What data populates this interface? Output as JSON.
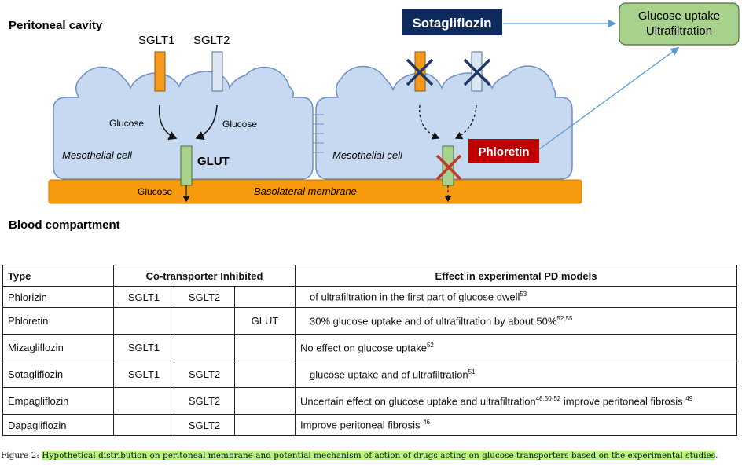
{
  "diagram": {
    "peritoneal_label": "Peritoneal cavity",
    "blood_label": "Blood compartment",
    "sglt1": "SGLT1",
    "sglt2": "SGLT2",
    "glucose": "Glucose",
    "glut": "GLUT",
    "mesothelial_cell": "Mesothelial cell",
    "basolateral": "Basolateral membrane",
    "sotagliflozin": "Sotagliflozin",
    "phloretin": "Phloretin",
    "outcome_line1": "Glucose uptake",
    "outcome_line2": "Ultrafiltration",
    "colors": {
      "cell_fill": "#c6d9f1",
      "cell_stroke": "#6f8fc4",
      "sglt1": "#f59a1e",
      "sglt2": "#dce6f2",
      "glut": "#a9d18e",
      "membrane": "#f79a0e",
      "sotagliflozin_bg": "#0f2a5c",
      "phloretin_bg": "#c00000",
      "outcome_bg": "#a9d18e",
      "arrow": "#5b9bd5",
      "cross_blue": "#1f3864",
      "cross_red": "#c0392b"
    }
  },
  "table": {
    "headers": {
      "type": "Type",
      "inhibited": "Co-transporter Inhibited",
      "effect": "Effect in experimental PD models"
    },
    "rows": [
      {
        "type": "Phlorizin",
        "t1": "SGLT1",
        "t2": "SGLT2",
        "t3": "",
        "effect": "of ultrafiltration in the first part of glucose dwell",
        "refs": "53"
      },
      {
        "type": "Phloretin",
        "t1": "",
        "t2": "",
        "t3": "GLUT",
        "effect": "30% glucose uptake and    of ultrafiltration by about 50%",
        "refs": "52,55"
      },
      {
        "type": "Mizagliflozin",
        "t1": "SGLT1",
        "t2": "",
        "t3": "",
        "effect": "No effect on glucose uptake",
        "refs": "52"
      },
      {
        "type": "Sotagliflozin",
        "t1": "SGLT1",
        "t2": "SGLT2",
        "t3": "",
        "effect": "glucose uptake and    of ultrafiltration",
        "refs": "51"
      },
      {
        "type": "Empagliflozin",
        "t1": "",
        "t2": "SGLT2",
        "t3": "",
        "effect": "Uncertain effect on glucose uptake and ultrafiltration",
        "refs": "48,50-52",
        "effect2": "improve peritoneal fibrosis",
        "refs2": "49"
      },
      {
        "type": "Dapagliflozin",
        "t1": "",
        "t2": "SGLT2",
        "t3": "",
        "effect": "Improve peritoneal fibrosis",
        "refs": "46"
      }
    ]
  },
  "caption": {
    "prefix": "Figure 2:",
    "text": "Hypothetical distribution on peritoneal membrane and potential mechanism of action of drugs acting on glucose transporters based on the experimental studies",
    "suffix": "."
  }
}
